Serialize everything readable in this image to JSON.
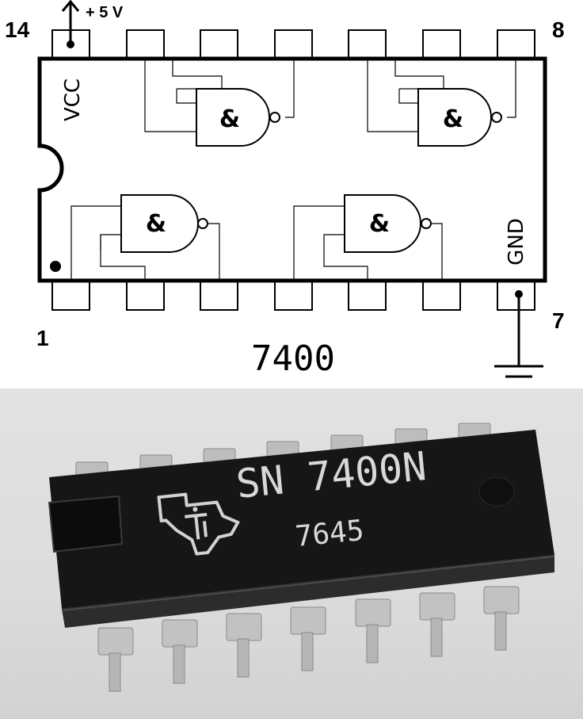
{
  "diagram": {
    "pin_labels": {
      "top_left": "14",
      "top_right": "8",
      "bottom_left": "1",
      "bottom_right": "7"
    },
    "supply_label": "+ 5 V",
    "vcc_label": "VCC",
    "gnd_label": "GND",
    "part_number": "7400",
    "gate_symbol": "&",
    "gate_count": 4
  },
  "photo": {
    "marking_line1": "SN 7400N",
    "marking_line2": "7645",
    "logo": "texas-instruments-logo",
    "colors": {
      "body": "#141414",
      "pins": "#b9b9b9",
      "background": "#dedede"
    }
  }
}
